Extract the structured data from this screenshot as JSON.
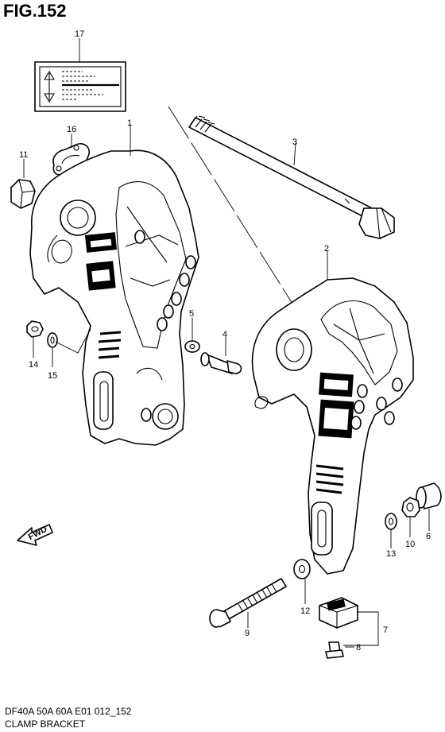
{
  "figure": {
    "title": "FIG.152",
    "model_line": "DF40A 50A 60A E01 012_152",
    "caption": "CLAMP BRACKET"
  },
  "fwd_label": "FWD",
  "callouts": [
    "1",
    "2",
    "3",
    "4",
    "5",
    "6",
    "7",
    "8",
    "9",
    "10",
    "11",
    "12",
    "13",
    "14",
    "15",
    "16",
    "17"
  ]
}
